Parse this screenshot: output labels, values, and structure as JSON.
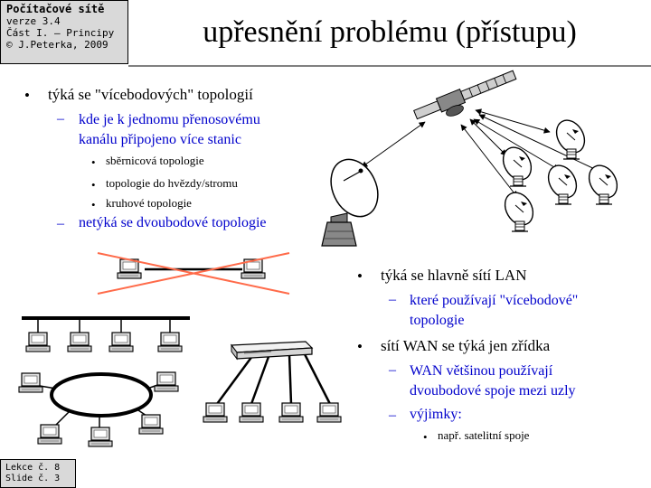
{
  "header": {
    "course": "Počítačové sítě",
    "version": "verze 3.4",
    "part": "Část I. – Principy",
    "copyright": "© J.Peterka, 2009"
  },
  "title": "upřesnění problému (přístupu)",
  "left_list": {
    "item1": "týká se \"vícebodových\" topologií",
    "item1_sub1": "kde je k jednomu přenosovému kanálu připojeno více stanic",
    "item1_sub1_items": [
      "sběrnicová topologie",
      "topologie do hvězdy/stromu",
      "kruhové topologie"
    ],
    "item1_sub2": "netýká se dvoubodové topologie"
  },
  "right_list": {
    "item1": "týká se hlavně sítí LAN",
    "item1_sub1": "které používají \"vícebodové\" topologie",
    "item2": "sítí WAN se týká jen zřídka",
    "item2_sub1": "WAN většinou používají dvoubodové spoje mezi uzly",
    "item2_sub2": "výjimky:",
    "item2_sub2_items": [
      "např. satelitní spoje"
    ]
  },
  "footer": {
    "lecture": "Lekce č. 8",
    "slide": "Slide č. 3"
  },
  "colors": {
    "sub_text": "#0000cc",
    "cross": "#ff6b4a",
    "panel": "#d9d9d9"
  }
}
